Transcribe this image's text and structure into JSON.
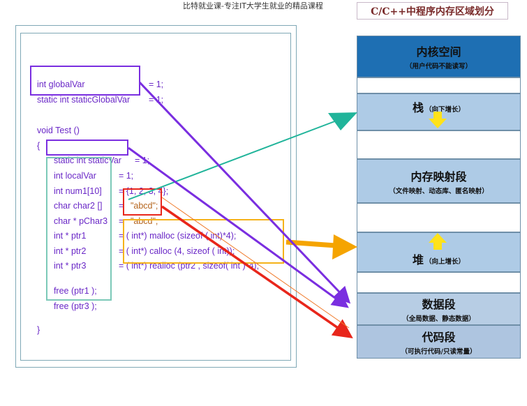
{
  "header": {
    "caption": "比特就业课-专注IT大学生就业的精品课程",
    "title": "C/C++中程序内存区域划分"
  },
  "code": {
    "line1_decl": "int globalVar",
    "line1_init": "= 1;",
    "line2_decl": "static int staticGlobalVar",
    "line2_init": "= 1;",
    "line3": "void Test ()",
    "line4": "{",
    "line5_decl": "static int staticVar",
    "line5_init": "= 1;",
    "line6_decl": "int localVar",
    "line6_init": "= 1;",
    "line7_decl": "int num1[10]",
    "line7_init": "= {1, 2, 3, 4};",
    "line8_decl": "char char2 []",
    "line8_eq": "=",
    "line8_str": "\"abcd\";",
    "line9_decl": "char * pChar3",
    "line9_eq": "=",
    "line9_str": "\"abcd\";",
    "line10_decl": "int * ptr1",
    "line10_init": "= ( int*) malloc (sizeof ( int)*4);",
    "line11_decl": "int * ptr2",
    "line11_init": "= ( int*) calloc (4, sizeof ( int));",
    "line12_decl": "int * ptr3",
    "line12_init": "= ( int*) realloc (ptr2 , sizeof( int )*4);",
    "line13": "free (ptr1 );",
    "line14": "free (ptr3 );",
    "line15": "}"
  },
  "segments": {
    "kernel_title": "内核空间",
    "kernel_sub": "（用户代码不能读写）",
    "stack_title": "栈",
    "stack_sub": "（向下增长）",
    "mmap_title": "内存映射段",
    "mmap_sub": "（文件映射、动态库、匿名映射）",
    "heap_title": "堆",
    "heap_sub": "（向上增长）",
    "data_title": "数据段",
    "data_sub": "（全局数据、静态数据）",
    "code_title": "代码段",
    "code_sub": "（可执行代码/只读常量）"
  },
  "colors": {
    "purple": "#7a2ee0",
    "teal": "#20b49a",
    "orange": "#f5a400",
    "red": "#e8261b",
    "yellow": "#ffe21a",
    "kernel_blue": "#1e6fb3",
    "segment_blue": "#aecbe6"
  },
  "icons": {
    "stack_arrow": "arrow-down-icon",
    "heap_arrow": "arrow-up-icon"
  }
}
